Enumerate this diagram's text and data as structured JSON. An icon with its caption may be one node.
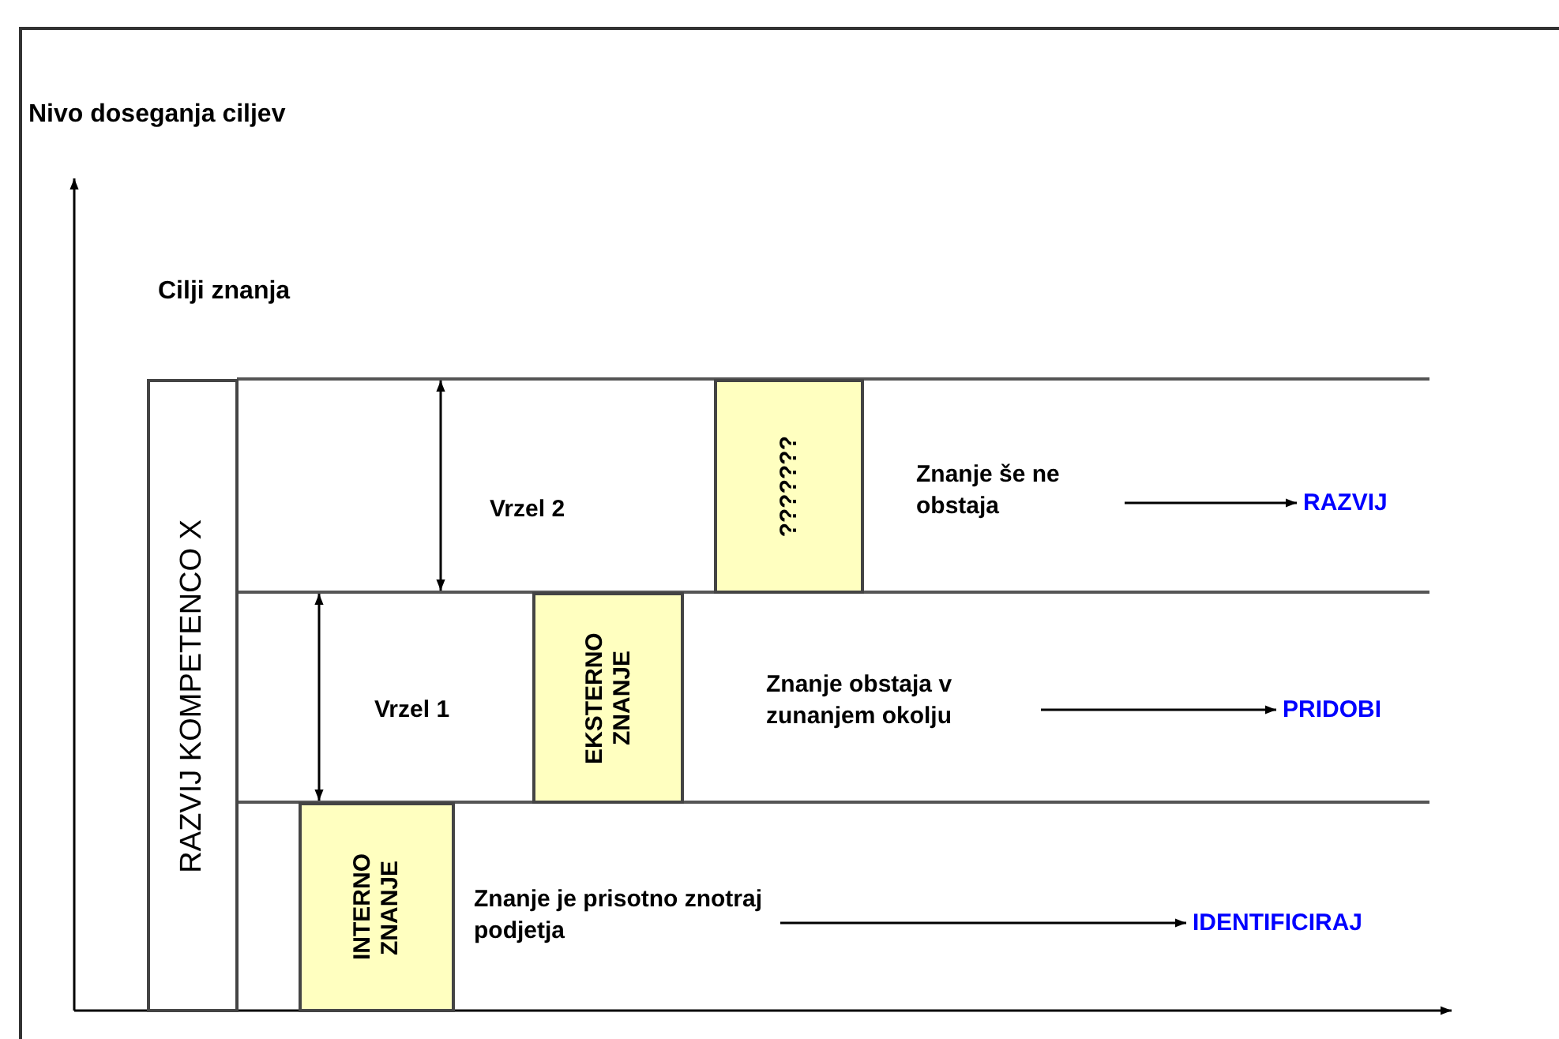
{
  "diagram": {
    "nodes": [
      {
        "text": [
          "RAZVIJ KOMPETENCO X"
        ]
      },
      {
        "text": [
          "???????"
        ]
      },
      {
        "text": [
          "Znanje še ne obstaja"
        ]
      },
      {
        "text": [
          "RAZVIJ"
        ]
      },
      {
        "text": [
          "EKSTERNO ZNANJE"
        ]
      },
      {
        "text": [
          "Znanje obstaja v zunanjem okolju"
        ]
      },
      {
        "text": [
          "PRIDOBI"
        ]
      },
      {
        "text": [
          "INTERNO ZNANJE"
        ]
      },
      {
        "text": [
          "Znanje je prisotno znotraj podjetja"
        ]
      },
      {
        "text": [
          "IDENTIFICIRAJ"
        ]
      }
    ],
    "edges": [
      {
        "from": 2,
        "to": 3,
        "arrow": "to"
      },
      {
        "from": 5,
        "to": 6,
        "arrow": "to"
      },
      {
        "from": 8,
        "to": 9,
        "arrow": "to"
      }
    ],
    "labels": [
      "Nivo doseganja ciljev",
      "Cilji znanja",
      "Vrzel 2",
      "Vrzel 1"
    ]
  }
}
